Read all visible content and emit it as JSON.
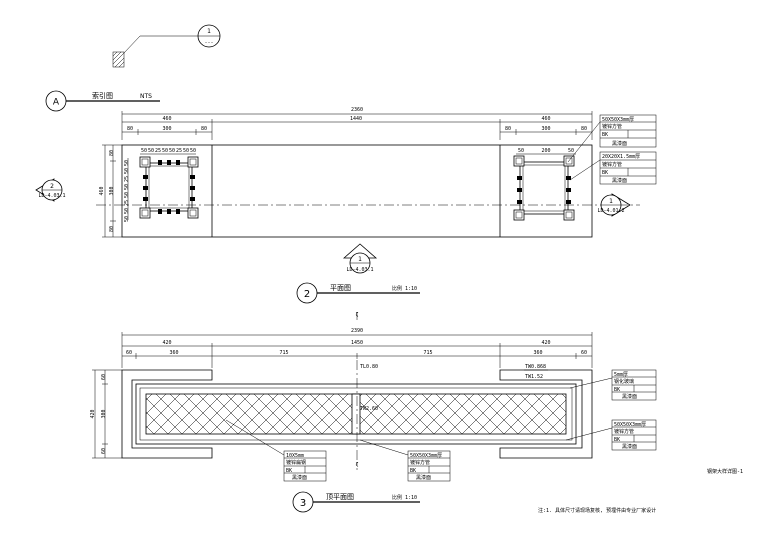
{
  "detail": {
    "number": "1",
    "sheet": "---"
  },
  "section_a": {
    "letter": "A",
    "title": "索引图",
    "scale": "NTS"
  },
  "plan": {
    "number": "2",
    "title": "平面图",
    "scale": "比例 1:10",
    "dims_total": "2360",
    "dims_row2": [
      "460",
      "1440",
      "460"
    ],
    "dims_left": [
      "80",
      "300",
      "80"
    ],
    "dims_right": [
      "80",
      "300",
      "80"
    ],
    "dims_inner_left": [
      "50",
      "50",
      "25",
      "50",
      "50",
      "25",
      "50",
      "50"
    ],
    "dims_inner_right": [
      "50",
      "200",
      "50"
    ],
    "vertical_total": "460",
    "vertical_parts": [
      "80",
      "300",
      "80"
    ],
    "vertical_inner": [
      "50",
      "50",
      "25",
      "50",
      "50",
      "25",
      "50",
      "50"
    ],
    "section_marks": [
      {
        "number": "2",
        "sheet": "LD-4.03.1"
      },
      {
        "number": "1",
        "sheet": "LD-4.03.1"
      },
      {
        "number": "1",
        "sheet": "LD-4.01.2"
      }
    ],
    "callouts": [
      {
        "spec": "50X50X3mm厚",
        "line1": "镀锌方管",
        "line2": "BK",
        "line3": "黑漆面"
      },
      {
        "spec": "20X20X1.5mm厚",
        "line1": "镀锌方管",
        "line2": "BK",
        "line3": "黑漆面"
      }
    ]
  },
  "elevation": {
    "number": "3",
    "title": "顶平面图",
    "scale": "比例 1:10",
    "dims_total": "2390",
    "dims_row2": [
      "420",
      "1450",
      "420"
    ],
    "dims_row3": [
      "60",
      "360",
      "715",
      "715",
      "360",
      "60"
    ],
    "vertical_total": "420",
    "vertical_parts": [
      "60",
      "300",
      "60"
    ],
    "levels": [
      "TW0.868",
      "TW1.52",
      "TL0.80",
      "TW2.60"
    ],
    "callouts": [
      {
        "spec": "5mm厚",
        "line1": "钢化玻璃",
        "line2": "BK",
        "line3": "黑漆面"
      },
      {
        "spec": "50X50X3mm厚",
        "line1": "镀锌方管",
        "line2": "BK",
        "line3": "黑漆面"
      },
      {
        "spec": "10X5mm",
        "line1": "镀锌扁钢",
        "line2": "BK",
        "line3": "黑漆面"
      },
      {
        "spec": "50X50X3mm厚",
        "line1": "镀锌方管",
        "line2": "BK",
        "line3": "黑漆面"
      }
    ]
  },
  "note": "注:1. 具体尺寸请现场复核, 预埋件由专业厂家设计",
  "sheet_label": "钢架大样详图-1"
}
